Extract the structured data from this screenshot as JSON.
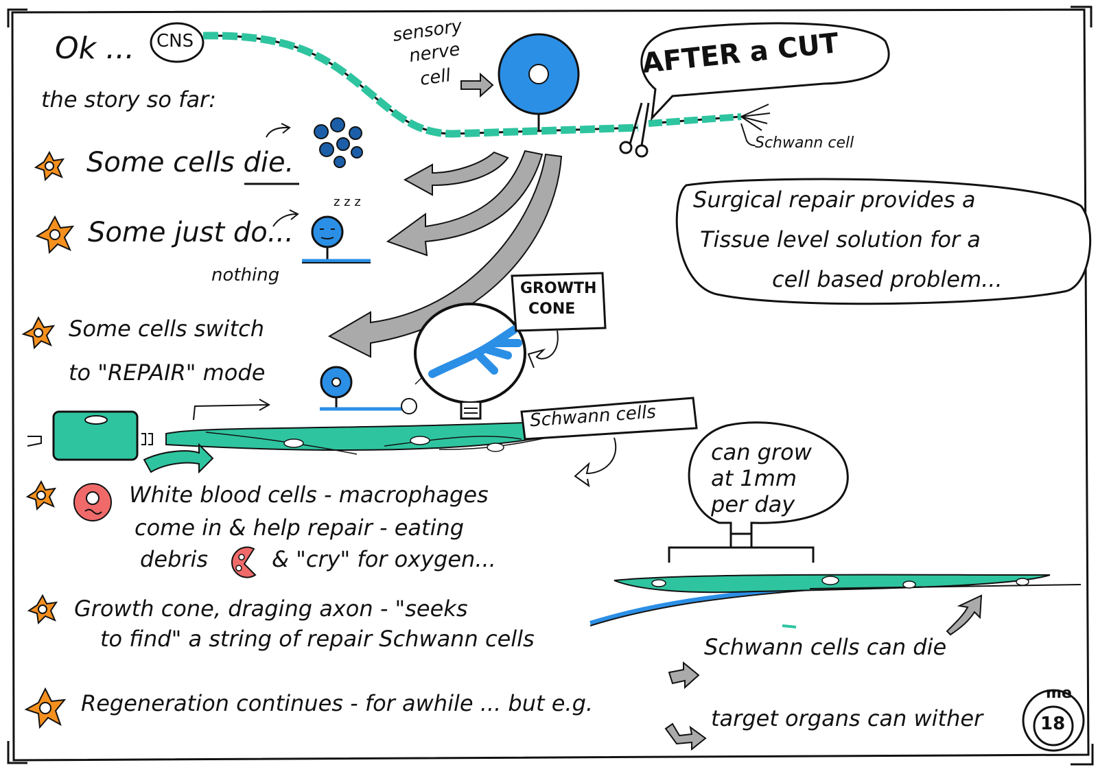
{
  "colors": {
    "ink": "#111111",
    "nerve_blue": "#2b8fe6",
    "schwann_teal": "#2fc4a0",
    "star_orange": "#f5901e",
    "arrow_gray": "#aaaaaa",
    "macrophage_red": "#f06a6a"
  },
  "intro": {
    "ok": "Ok ...",
    "cns": "CNS",
    "story": "the story so far:"
  },
  "top": {
    "sensory": [
      "sensory",
      "nerve",
      "cell"
    ],
    "after_cut": "AFTER a CUT",
    "schwann_label": "Schwann cell"
  },
  "callout_surgical": [
    "Surgical repair provides a",
    "Tissue level solution for a",
    "cell based problem..."
  ],
  "bullets": {
    "b1": "Some cells die.",
    "b2": "Some just do...",
    "b2_note": "nothing",
    "b3": [
      "Some cells switch",
      "to \"REPAIR\" mode"
    ],
    "b4": [
      "White blood cells - macrophages",
      "come in & help repair - eating",
      "debris",
      "& \"cry\" for oxygen..."
    ],
    "b5": [
      "Growth cone, draging axon - \"seeks",
      "to find\" a string of repair Schwann cells"
    ],
    "b6": "Regeneration continues - for awhile ... but e.g."
  },
  "labels": {
    "growth_cone": [
      "GROWTH",
      "CONE"
    ],
    "schwann_cells": "Schwann cells",
    "grow_rate": [
      "can grow",
      "at 1mm",
      "per day"
    ]
  },
  "outcomes": {
    "o1": "Schwann cells can die",
    "o2": "target organs can wither"
  },
  "signature": {
    "initials": "me",
    "number": "18"
  }
}
